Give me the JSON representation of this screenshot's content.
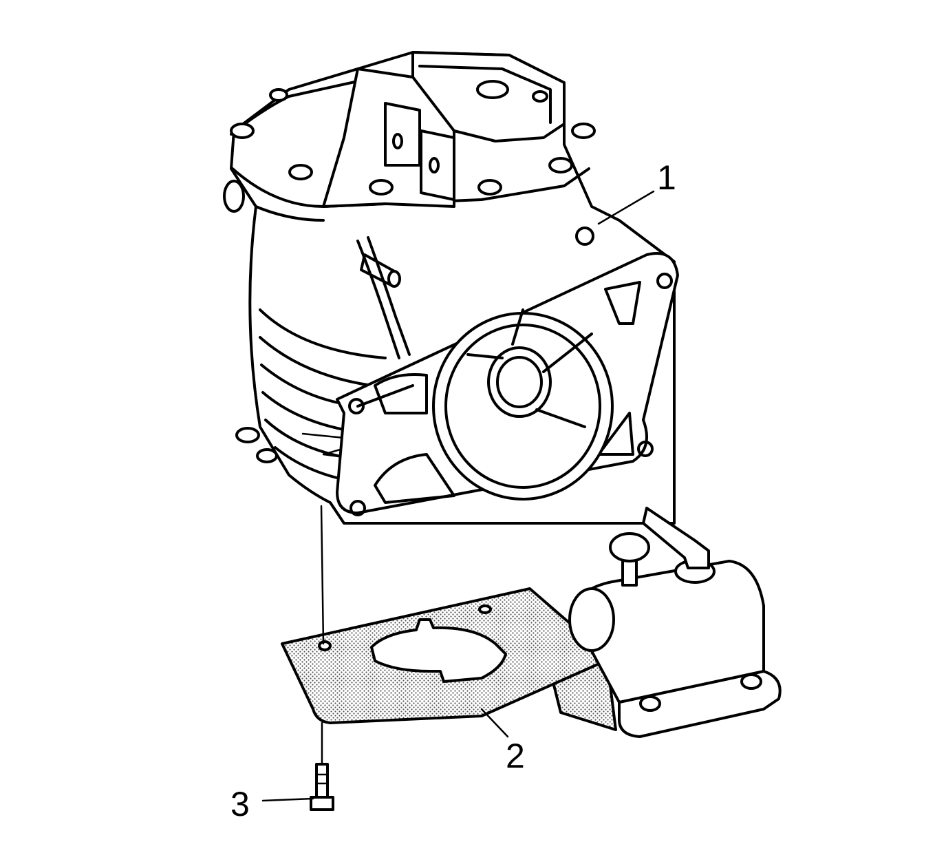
{
  "callouts": [
    {
      "id": "1",
      "label": "1"
    },
    {
      "id": "2",
      "label": "2"
    },
    {
      "id": "3",
      "label": "3"
    }
  ],
  "colors": {
    "line": "#000000",
    "background": "#ffffff",
    "shield_dots": "#bfbfbf"
  }
}
